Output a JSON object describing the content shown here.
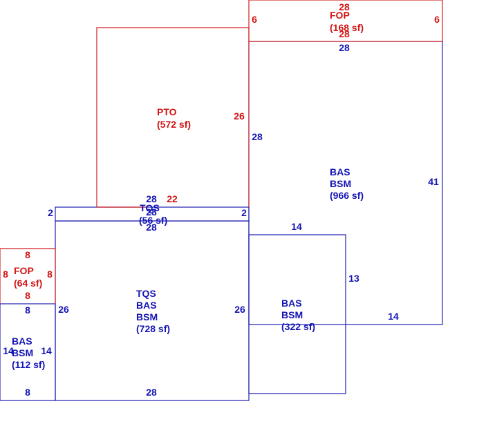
{
  "colors": {
    "main": "#1414b4",
    "other": "#d21414"
  },
  "areas": {
    "fop_top": {
      "name": "FOP",
      "area": "(168 sf)"
    },
    "pto": {
      "name": "PTO",
      "area": "(572 sf)"
    },
    "bas_right": {
      "line1": "BAS",
      "line2": "BSM",
      "area": "(966 sf)"
    },
    "tqs_strip": {
      "name": "TQS",
      "area": "(56 sf)"
    },
    "main": {
      "line1": "TQS",
      "line2": "BAS",
      "line3": "BSM",
      "area": "(728 sf)"
    },
    "fop_left": {
      "name": "FOP",
      "area": "(64 sf)"
    },
    "bas_left": {
      "line1": "BAS",
      "line2": "BSM",
      "area": "(112 sf)"
    },
    "bas_mid": {
      "line1": "BAS",
      "line2": "BSM",
      "area": "(322 sf)"
    }
  },
  "dims": {
    "fop_top_top": "28",
    "fop_top_left": "6",
    "fop_top_right": "6",
    "fop_top_bottom": "28",
    "bas_right_top": "28",
    "bas_right_left": "28",
    "bas_right_right": "41",
    "bas_right_bottom": "14",
    "pto_right": "26",
    "pto_bottom_a": "28",
    "pto_bottom_b": "22",
    "tqs_left": "2",
    "tqs_right": "2",
    "tqs_top": "28",
    "tqs_bottom": "28",
    "main_left": "26",
    "main_right": "26",
    "main_bottom": "28",
    "fop_left_top": "8",
    "fop_left_left": "8",
    "fop_left_right": "8",
    "fop_left_bottom": "8",
    "bas_left_top": "8",
    "bas_left_left": "14",
    "bas_left_right": "14",
    "bas_left_bottom": "8",
    "bas_mid_top": "14",
    "bas_mid_right": "13"
  }
}
